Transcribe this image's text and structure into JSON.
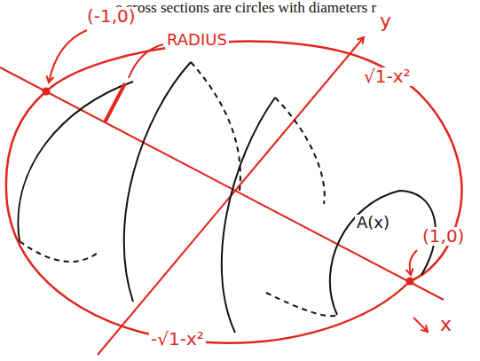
{
  "diagram": {
    "labels": [
      "e cross sections are circles with diameters r",
      "(-1,0)",
      "RADIUS",
      "y",
      "√1-x²",
      "-√1-x²",
      "A(x)",
      "(1,0)",
      "x"
    ]
  }
}
